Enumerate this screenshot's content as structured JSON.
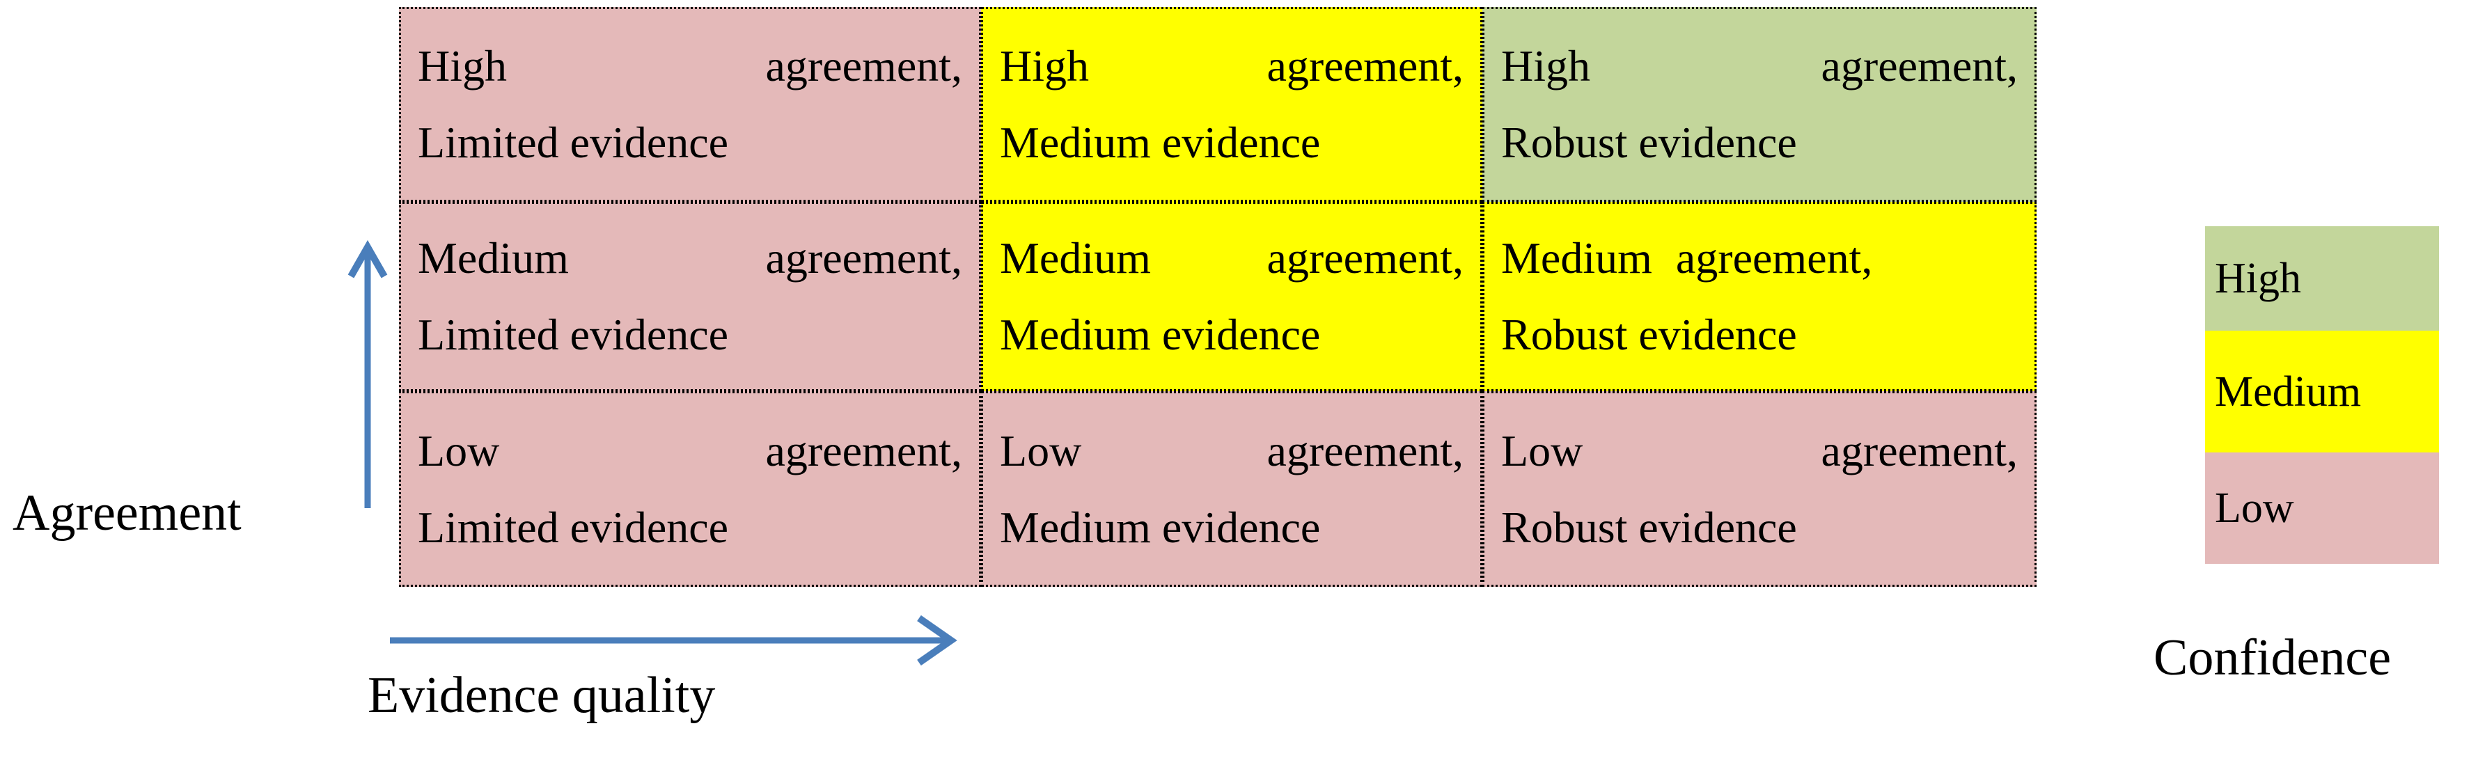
{
  "axes": {
    "y_label": "Agreement",
    "x_label": "Evidence quality",
    "arrow_color": "#4a7ebb"
  },
  "matrix": {
    "rows": [
      {
        "agreement": "High",
        "cells": [
          {
            "line1_left": "High",
            "line1_right": "agreement,",
            "line2": "Limited evidence",
            "confidence": "Low",
            "color": "#e4b9b9",
            "justify": "spread"
          },
          {
            "line1_left": "High",
            "line1_right": "agreement,",
            "line2": "Medium evidence",
            "confidence": "Medium",
            "color": "#ffff00",
            "justify": "spread"
          },
          {
            "line1_left": "High",
            "line1_right": "agreement,",
            "line2": "Robust evidence",
            "confidence": "High",
            "color": "#c3d69b",
            "justify": "spread"
          }
        ]
      },
      {
        "agreement": "Medium",
        "cells": [
          {
            "line1_left": "Medium",
            "line1_right": "agreement,",
            "line2": "Limited evidence",
            "confidence": "Low",
            "color": "#e4b9b9",
            "justify": "spread"
          },
          {
            "line1_left": "Medium",
            "line1_right": "agreement,",
            "line2": "Medium evidence",
            "confidence": "Medium",
            "color": "#ffff00",
            "justify": "spread"
          },
          {
            "line1_left": "Medium",
            "line1_right": "agreement,",
            "line2": "Robust evidence",
            "confidence": "Medium",
            "color": "#ffff00",
            "justify": "tight"
          }
        ]
      },
      {
        "agreement": "Low",
        "cells": [
          {
            "line1_left": "Low",
            "line1_right": "agreement,",
            "line2": "Limited evidence",
            "confidence": "Low",
            "color": "#e4b9b9",
            "justify": "spread"
          },
          {
            "line1_left": "Low",
            "line1_right": "agreement,",
            "line2": "Medium evidence",
            "confidence": "Low",
            "color": "#e4b9b9",
            "justify": "spread"
          },
          {
            "line1_left": "Low",
            "line1_right": "agreement,",
            "line2": "Robust evidence",
            "confidence": "Low",
            "color": "#e4b9b9",
            "justify": "spread"
          }
        ]
      }
    ]
  },
  "legend": {
    "title": "Confidence",
    "items": [
      {
        "label": "High",
        "color": "#c3d69b"
      },
      {
        "label": "Medium",
        "color": "#ffff00"
      },
      {
        "label": "Low",
        "color": "#e4b9b9"
      }
    ]
  },
  "chart_data": {
    "type": "heatmap",
    "title": "",
    "xlabel": "Evidence quality",
    "ylabel": "Agreement",
    "x_categories": [
      "Limited evidence",
      "Medium evidence",
      "Robust evidence"
    ],
    "y_categories": [
      "High",
      "Medium",
      "Low"
    ],
    "legend_position": "right",
    "legend_title": "Confidence",
    "legend_entries": [
      "High",
      "Medium",
      "Low"
    ],
    "value_colors": {
      "High": "#c3d69b",
      "Medium": "#ffff00",
      "Low": "#e4b9b9"
    },
    "values": [
      [
        "Low",
        "Medium",
        "High"
      ],
      [
        "Low",
        "Medium",
        "Medium"
      ],
      [
        "Low",
        "Low",
        "Low"
      ]
    ],
    "cell_labels": [
      [
        "High agreement, Limited evidence",
        "High agreement, Medium evidence",
        "High agreement, Robust evidence"
      ],
      [
        "Medium agreement, Limited evidence",
        "Medium agreement, Medium evidence",
        "Medium agreement, Robust evidence"
      ],
      [
        "Low agreement, Limited evidence",
        "Low agreement, Medium evidence",
        "Low agreement, Robust evidence"
      ]
    ]
  }
}
